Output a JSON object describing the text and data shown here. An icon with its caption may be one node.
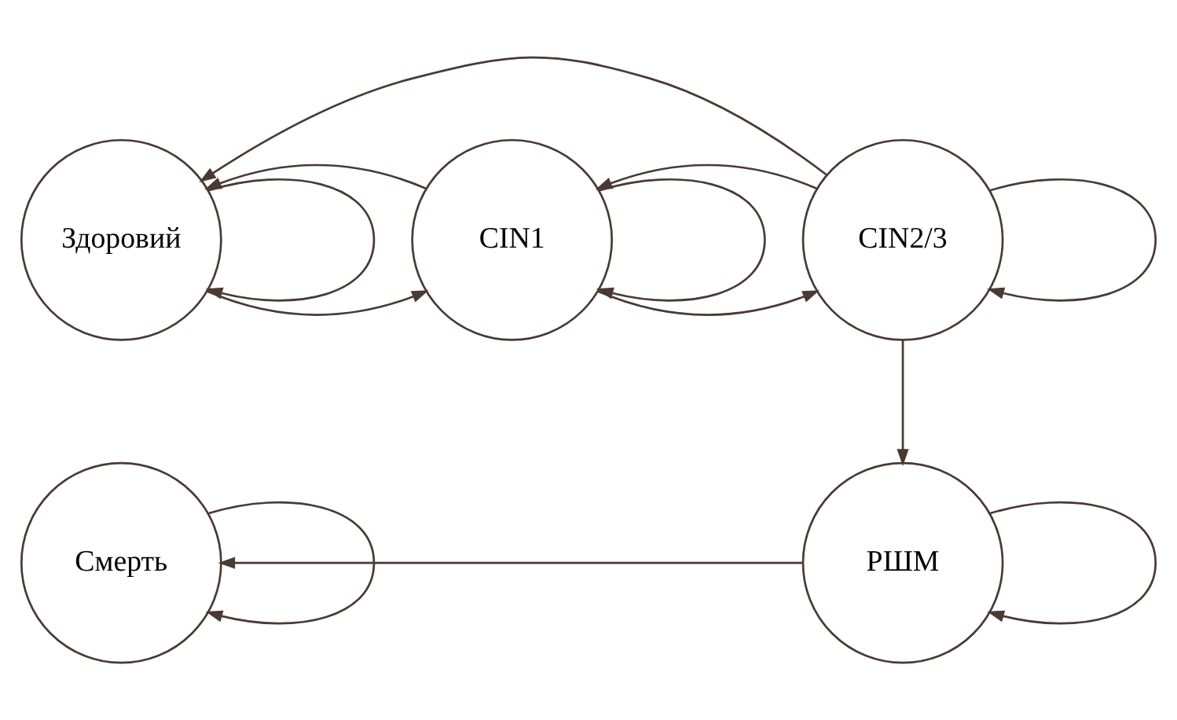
{
  "diagram": {
    "nodes": [
      {
        "text": [
          "Здоровий"
        ]
      },
      {
        "text": [
          "CIN1"
        ]
      },
      {
        "text": [
          "CIN2/3"
        ]
      },
      {
        "text": [
          "Смерть"
        ]
      },
      {
        "text": [
          "РШМ"
        ]
      }
    ],
    "edges": [
      {
        "from": 0,
        "to": 0,
        "arrow": "to"
      },
      {
        "from": 0,
        "to": 1,
        "arrow": "to"
      },
      {
        "from": 1,
        "to": 1,
        "arrow": "to"
      },
      {
        "from": 1,
        "to": 2,
        "arrow": "to"
      },
      {
        "from": 2,
        "to": 2,
        "arrow": "to"
      },
      {
        "from": 2,
        "to": 0,
        "arrow": "to"
      },
      {
        "from": 2,
        "to": 1,
        "arrow": "to"
      },
      {
        "from": 1,
        "to": 0,
        "arrow": "to"
      },
      {
        "from": 2,
        "to": 4,
        "arrow": "to"
      },
      {
        "from": 4,
        "to": 4,
        "arrow": "to"
      },
      {
        "from": 4,
        "to": 3,
        "arrow": "to"
      },
      {
        "from": 3,
        "to": 3,
        "arrow": "to"
      }
    ]
  }
}
